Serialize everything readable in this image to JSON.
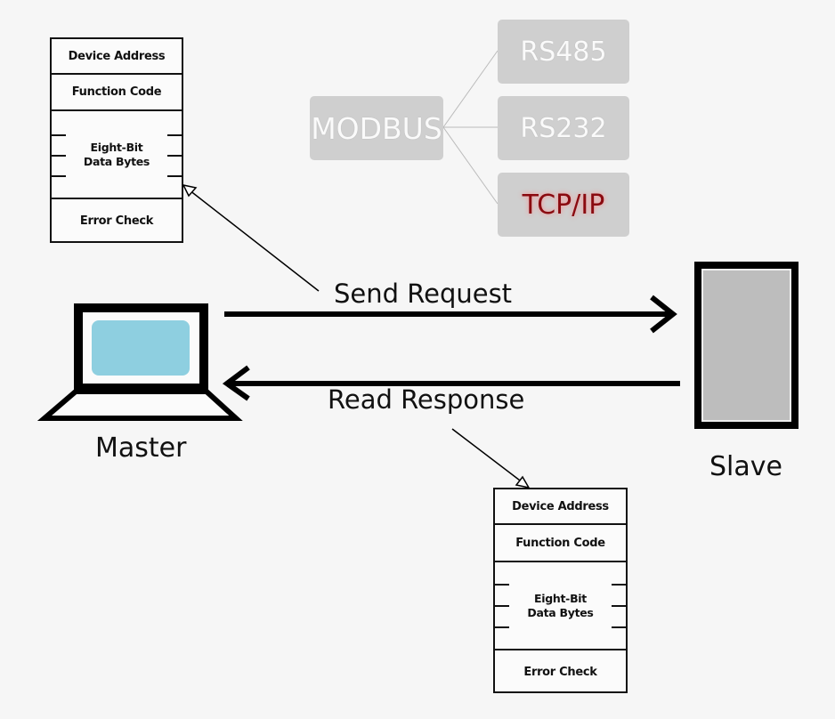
{
  "frame_fields": {
    "device_address": "Device Address",
    "function_code": "Function Code",
    "data_line1": "Eight-Bit",
    "data_line2": "Data Bytes",
    "error_check": "Error Check"
  },
  "protocols": {
    "root": "MODBUS",
    "children": [
      "RS485",
      "RS232",
      "TCP/IP"
    ],
    "highlight_color": "#8a0a10"
  },
  "devices": {
    "master": "Master",
    "slave": "Slave",
    "screen_color": "#8ecfe0",
    "slave_color": "#bdbdbd"
  },
  "arrows": {
    "request": "Send Request",
    "response": "Read Response"
  }
}
